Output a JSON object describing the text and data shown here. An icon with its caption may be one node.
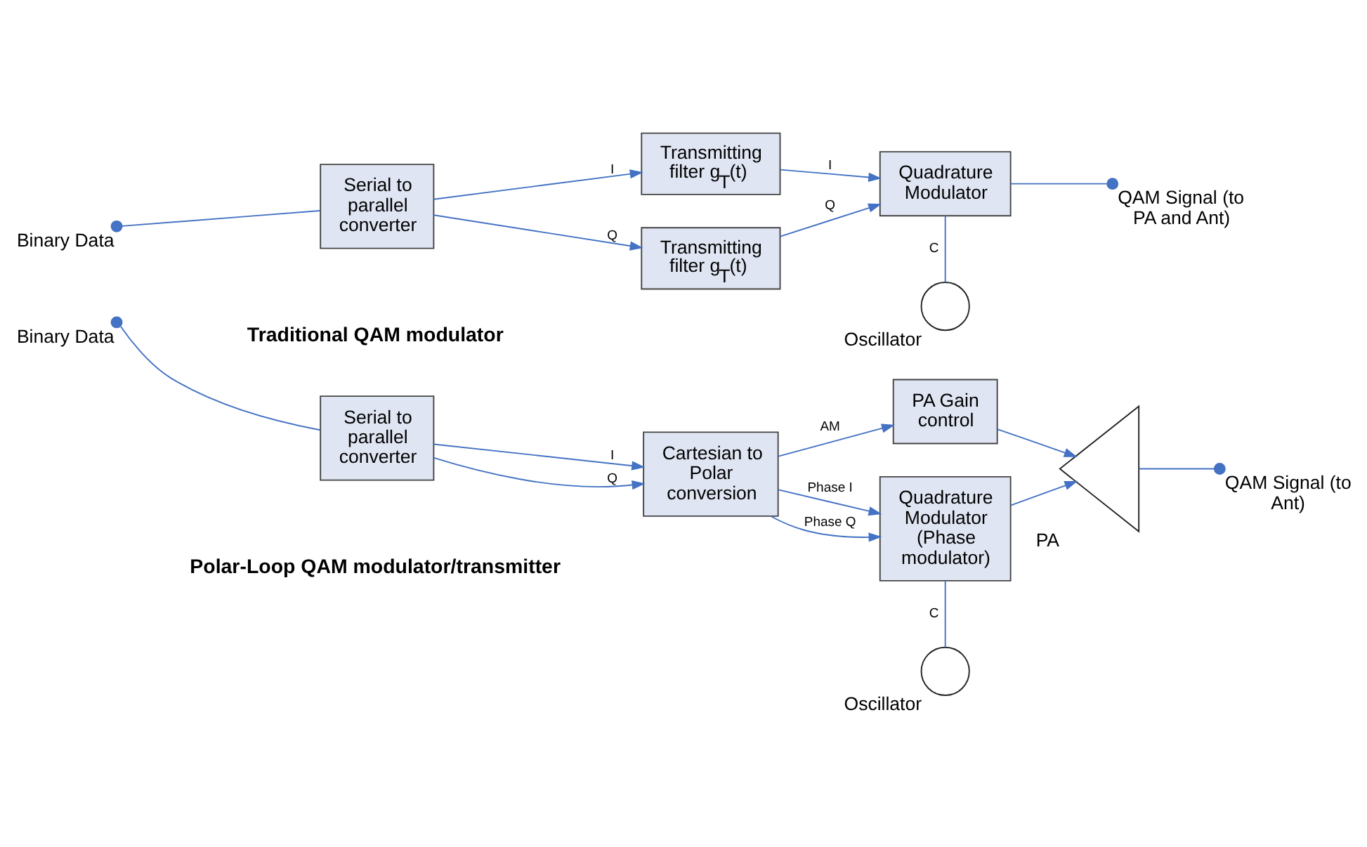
{
  "diagram": {
    "nodes": [
      {
        "text": [],
        "shape": "dot",
        "beside": [
          "Binary Data"
        ]
      },
      {
        "text": [
          "Serial to parallel converter"
        ]
      },
      {
        "text": [
          "Transmitting filter g$_{T}$(t)"
        ]
      },
      {
        "text": [
          "Transmitting filter g$_{T}$(t)"
        ]
      },
      {
        "text": [
          "Quadrature Modulator"
        ]
      },
      {
        "text": [],
        "shape": "dot",
        "beside": [
          "QAM Signal (to PA and Ant)"
        ]
      },
      {
        "text": [],
        "shape": "circle",
        "beside": [
          "Oscillator"
        ]
      },
      {
        "text": [],
        "shape": "dot",
        "beside": [
          "Binary Data"
        ]
      },
      {
        "text": [
          "Serial to parallel converter"
        ]
      },
      {
        "text": [
          "Cartesian to Polar conversion"
        ]
      },
      {
        "text": [
          "PA Gain control"
        ]
      },
      {
        "text": [
          "Quadrature Modulator (Phase modulator)"
        ]
      },
      {
        "text": [],
        "shape": "triangle",
        "beside": [
          "PA"
        ]
      },
      {
        "text": [],
        "shape": "dot",
        "beside": [
          "QAM Signal (to Ant)"
        ]
      },
      {
        "text": [],
        "shape": "circle",
        "beside": [
          "Oscillator"
        ]
      }
    ],
    "edges": [
      {
        "from": 0,
        "to": 1,
        "arrow": "none"
      },
      {
        "from": 1,
        "to": 2,
        "arrow": "to",
        "label": "I"
      },
      {
        "from": 1,
        "to": 3,
        "arrow": "to",
        "label": "Q"
      },
      {
        "from": 2,
        "to": 4,
        "arrow": "to",
        "label": "I"
      },
      {
        "from": 3,
        "to": 4,
        "arrow": "to",
        "label": "Q"
      },
      {
        "from": 4,
        "to": 5,
        "arrow": "none"
      },
      {
        "from": 6,
        "to": 4,
        "arrow": "none",
        "label": "C"
      },
      {
        "from": 7,
        "to": 8,
        "arrow": "none"
      },
      {
        "from": 8,
        "to": 9,
        "arrow": "to",
        "label": "I"
      },
      {
        "from": 8,
        "to": 9,
        "arrow": "to",
        "label": "Q"
      },
      {
        "from": 9,
        "to": 10,
        "arrow": "to",
        "label": "AM"
      },
      {
        "from": 9,
        "to": 11,
        "arrow": "to",
        "label": "Phase I"
      },
      {
        "from": 9,
        "to": 11,
        "arrow": "to",
        "label": "Phase Q"
      },
      {
        "from": 11,
        "to": 12,
        "arrow": "to"
      },
      {
        "from": 10,
        "to": 12,
        "arrow": "to"
      },
      {
        "from": 12,
        "to": 13,
        "arrow": "none"
      },
      {
        "from": 14,
        "to": 11,
        "arrow": "none",
        "label": "C"
      }
    ],
    "labels": [
      "Traditional QAM modulator",
      "Polar-Loop QAM modulator/transmitter"
    ]
  }
}
